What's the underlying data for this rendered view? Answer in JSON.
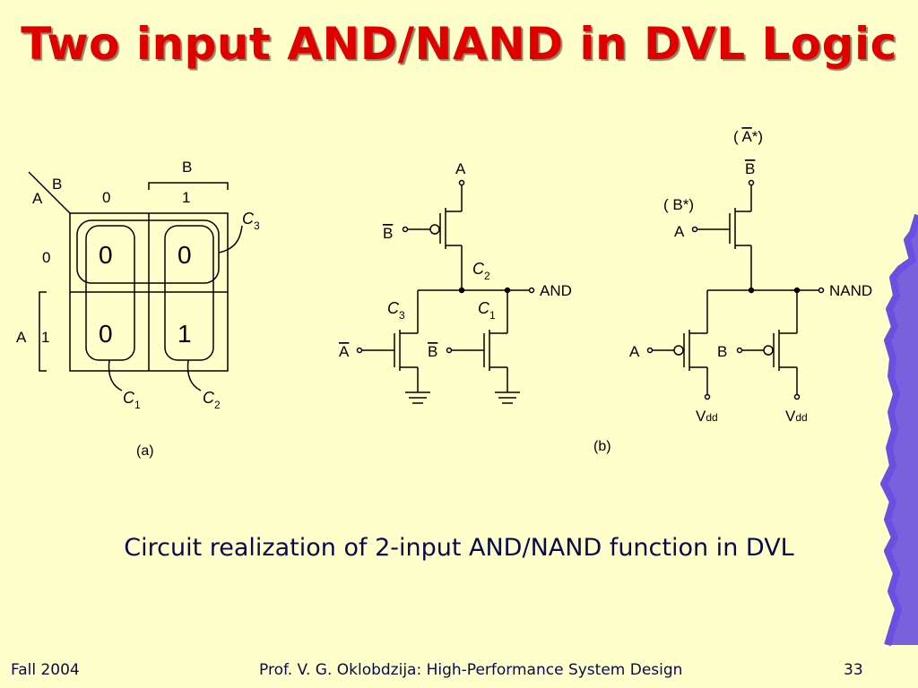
{
  "slide": {
    "title": "Two input AND/NAND in DVL Logic",
    "caption": "Circuit realization of 2-input AND/NAND function in DVL",
    "footer": {
      "left": "Fall 2004",
      "center": "Prof. V. G. Oklobdzija: High-Performance System Design",
      "page": "33"
    },
    "colors": {
      "title": "#E00000",
      "background": "#FFFFCC",
      "text": "#0A0A4A",
      "decoration": "#6A50E0"
    }
  },
  "kmap": {
    "sublabel": "(a)",
    "var_row": "A",
    "var_col": "B",
    "col_headers": [
      "0",
      "1"
    ],
    "row_headers": [
      "0",
      "1"
    ],
    "row_span_label": "A",
    "col_span_label": "B",
    "cells": [
      "0",
      "0",
      "0",
      "1"
    ],
    "groups": {
      "c3": {
        "main": "C",
        "sub": "3"
      },
      "c1": {
        "main": "C",
        "sub": "1"
      },
      "c2": {
        "main": "C",
        "sub": "2"
      }
    }
  },
  "and_gate": {
    "top_input": "A",
    "gate_top": "B",
    "gate_left": "A",
    "gate_right": "B",
    "output": "AND",
    "labels": {
      "c2": {
        "main": "C",
        "sub": "2"
      },
      "c3": {
        "main": "C",
        "sub": "3"
      },
      "c1": {
        "main": "C",
        "sub": "1"
      }
    }
  },
  "nand_gate": {
    "sublabel": "(b)",
    "top_note": "( A*)",
    "top_note_bar": "A",
    "top_input": "B",
    "side_note": "( B*)",
    "gate_top": "A",
    "output": "NAND",
    "gate_left": "A",
    "gate_right": "B",
    "supply_left": {
      "main": "V",
      "sub": "dd"
    },
    "supply_right": {
      "main": "V",
      "sub": "dd"
    }
  }
}
